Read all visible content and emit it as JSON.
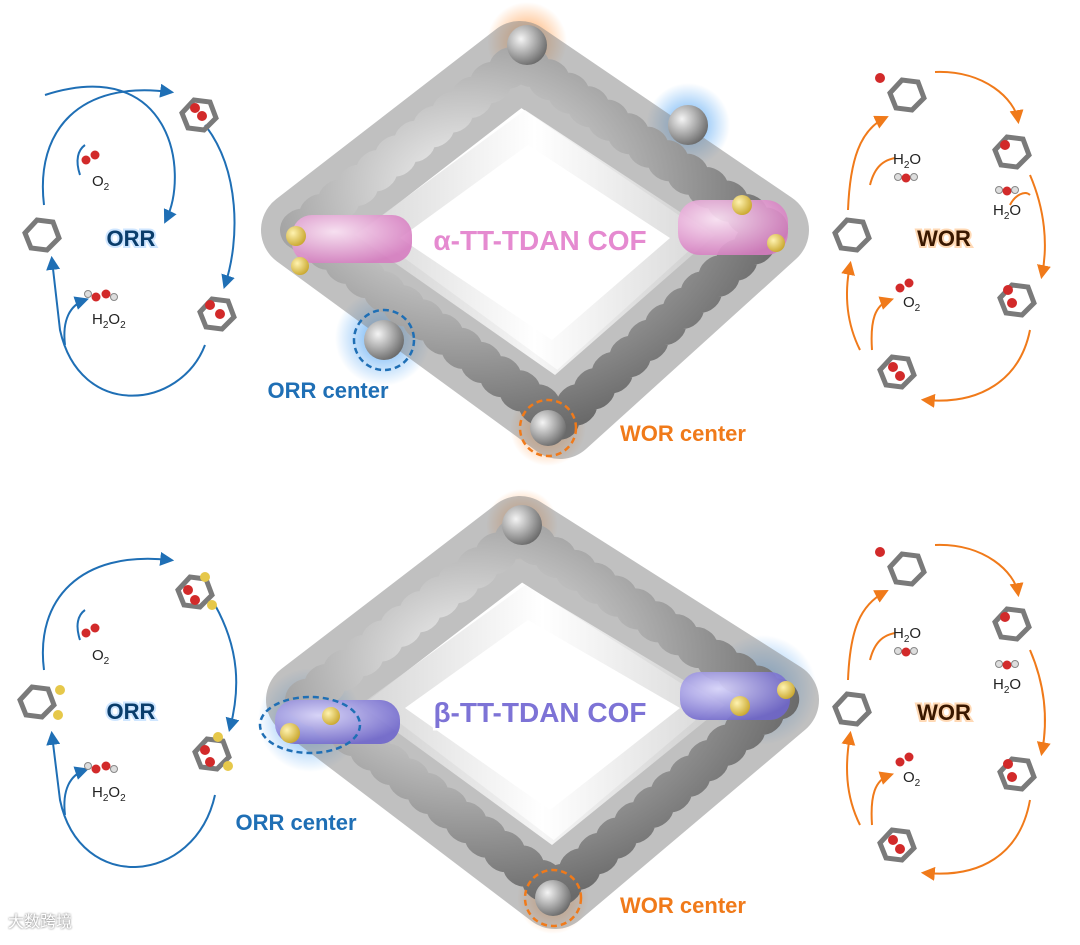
{
  "colors": {
    "orr_blue": "#1f6fb5",
    "wor_orange": "#f07a1a",
    "alpha_pink": "#e58ad0",
    "beta_purple": "#7d73d6",
    "carbon_gray": "#9a9a9a",
    "sulfur_yellow": "#e6c84a",
    "oxygen_red": "#d22a2a"
  },
  "panels": [
    {
      "cof_label": "α-TT-TDAN COF",
      "left_cycle": {
        "label": "ORR",
        "o2": "O",
        "o2_sub": "2",
        "h2o2": "H",
        "h2o2_sub1": "2",
        "h2o2_mid": "O",
        "h2o2_sub2": "2"
      },
      "right_cycle": {
        "label": "WOR",
        "h2o_a": "H",
        "h2o_a_sub": "2",
        "h2o_a_end": "O",
        "h2o_b": "H",
        "h2o_b_sub": "2",
        "h2o_b_end": "O",
        "o2": "O",
        "o2_sub": "2"
      },
      "orr_center": "ORR center",
      "wor_center": "WOR center"
    },
    {
      "cof_label": "β-TT-TDAN COF",
      "left_cycle": {
        "label": "ORR",
        "o2": "O",
        "o2_sub": "2",
        "h2o2": "H",
        "h2o2_sub1": "2",
        "h2o2_mid": "O",
        "h2o2_sub2": "2"
      },
      "right_cycle": {
        "label": "WOR",
        "h2o_a": "H",
        "h2o_a_sub": "2",
        "h2o_a_end": "O",
        "h2o_b": "H",
        "h2o_b_sub": "2",
        "h2o_b_end": "O",
        "o2": "O",
        "o2_sub": "2"
      },
      "orr_center": "ORR center",
      "wor_center": "WOR center"
    }
  ],
  "watermark": "大数跨境"
}
